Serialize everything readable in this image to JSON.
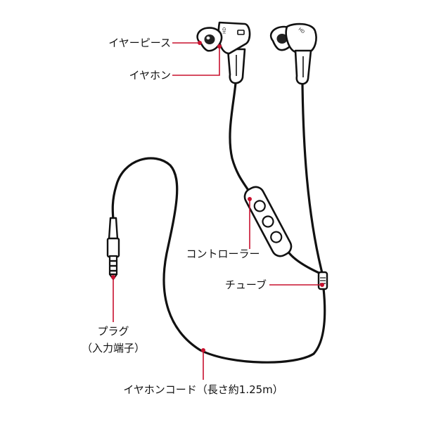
{
  "colors": {
    "background": "#ffffff",
    "outline": "#111111",
    "leader": "#c8102e"
  },
  "labels": {
    "earpiece": "イヤーピース",
    "earphone": "イヤホン",
    "controller": "コントローラー",
    "tube": "チューブ",
    "plug_line1": "プラグ",
    "plug_line2": "（入力端子）",
    "cord": "イヤホンコード（長さ約1.25m）"
  },
  "brand": {
    "left": "HD",
    "right": "HD"
  }
}
